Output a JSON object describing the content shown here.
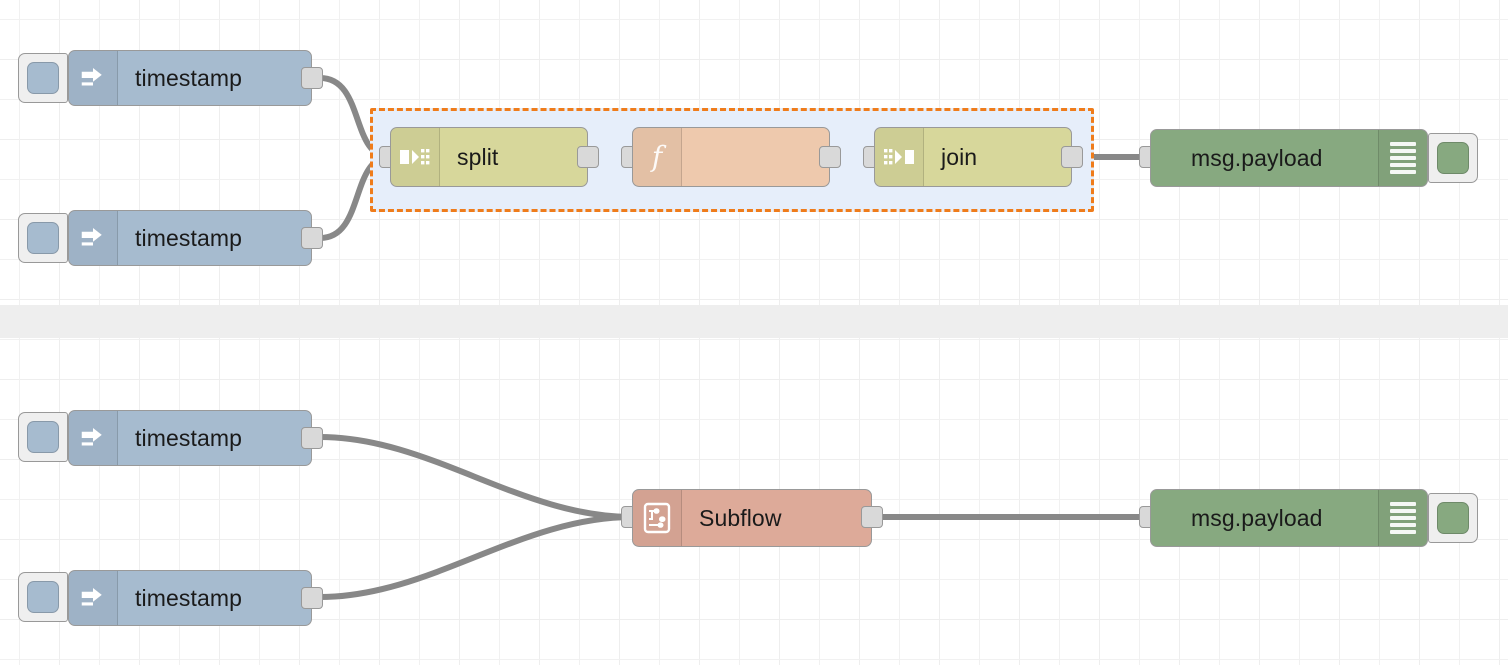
{
  "app": {
    "name": "Node-RED flow editor canvas",
    "background": "#ffffff",
    "grid_color": "#eeeeee"
  },
  "palette": {
    "inject": "#a6bbcf",
    "debug": "#87a980",
    "split_join": "#d7d79b",
    "function": "#eec9ad",
    "subflow": "#ddaa99",
    "wire": "#888888",
    "port": "#d9d9d9",
    "selection_border": "#ef7c1b",
    "selection_fill": "#e6eefa",
    "separator": "#eeeeee"
  },
  "flows": [
    {
      "id": "flow-top",
      "nodes": [
        {
          "id": "inject-1",
          "type": "inject",
          "label": "timestamp",
          "icon": "inject-arrow-icon",
          "button": "inject-button"
        },
        {
          "id": "inject-2",
          "type": "inject",
          "label": "timestamp",
          "icon": "inject-arrow-icon",
          "button": "inject-button"
        },
        {
          "id": "split-1",
          "type": "split",
          "label": "split",
          "icon": "split-icon"
        },
        {
          "id": "function-1",
          "type": "function",
          "label": "",
          "icon": "function-f-icon"
        },
        {
          "id": "join-1",
          "type": "join",
          "label": "join",
          "icon": "join-icon"
        },
        {
          "id": "debug-1",
          "type": "debug",
          "label": "msg.payload",
          "icon": "debug-bars-icon",
          "button": "debug-toggle-button"
        }
      ],
      "selection": {
        "name": "selected-group",
        "members": [
          "split-1",
          "function-1",
          "join-1"
        ]
      }
    },
    {
      "id": "flow-bottom",
      "nodes": [
        {
          "id": "inject-3",
          "type": "inject",
          "label": "timestamp",
          "icon": "inject-arrow-icon",
          "button": "inject-button"
        },
        {
          "id": "inject-4",
          "type": "inject",
          "label": "timestamp",
          "icon": "inject-arrow-icon",
          "button": "inject-button"
        },
        {
          "id": "subflow-1",
          "type": "subflow",
          "label": "Subflow",
          "icon": "subflow-icon"
        },
        {
          "id": "debug-2",
          "type": "debug",
          "label": "msg.payload",
          "icon": "debug-bars-icon",
          "button": "debug-toggle-button"
        }
      ]
    }
  ],
  "labels": {
    "timestamp_1": "timestamp",
    "timestamp_2": "timestamp",
    "timestamp_3": "timestamp",
    "timestamp_4": "timestamp",
    "split": "split",
    "function": "",
    "join": "join",
    "subflow": "Subflow",
    "debug_top": "msg.payload",
    "debug_bottom": "msg.payload"
  }
}
